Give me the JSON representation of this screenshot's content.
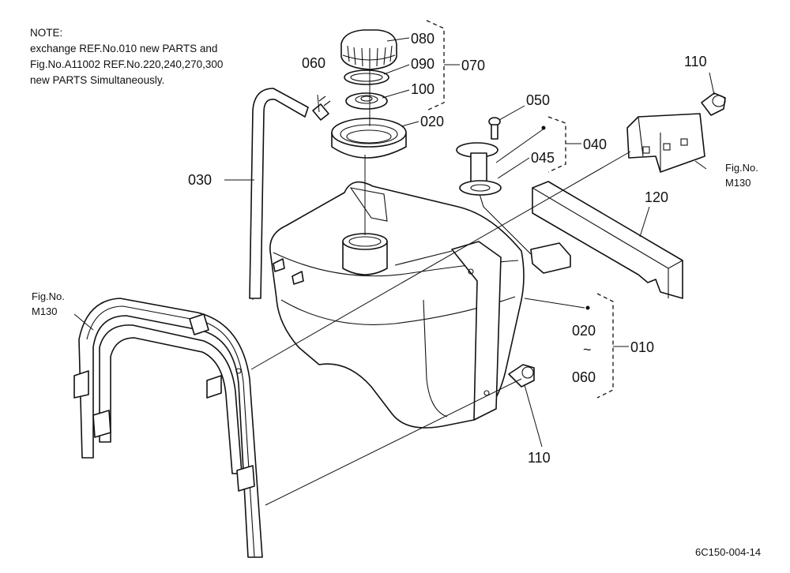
{
  "note": {
    "heading": "NOTE:",
    "lines": [
      "exchange REF.No.010 new PARTS and",
      "Fig.No.A11002 REF.No.220,240,270,300",
      "new PARTS Simultaneously."
    ]
  },
  "labels": {
    "p080": "080",
    "p090": "090",
    "p100": "100",
    "p070": "070",
    "p060_top": "060",
    "p020_top": "020",
    "p030": "030",
    "p050": "050",
    "p040": "040",
    "p045": "045",
    "p110_top": "110",
    "p120": "120",
    "p020_range": "020",
    "p060_range": "060",
    "tilde": "~",
    "p010": "010",
    "p110_bottom": "110"
  },
  "figrefs": {
    "right_line1": "Fig.No.",
    "right_line2": "M130",
    "left_line1": "Fig.No.",
    "left_line2": "M130"
  },
  "footer": {
    "code": "6C150-004-14"
  }
}
